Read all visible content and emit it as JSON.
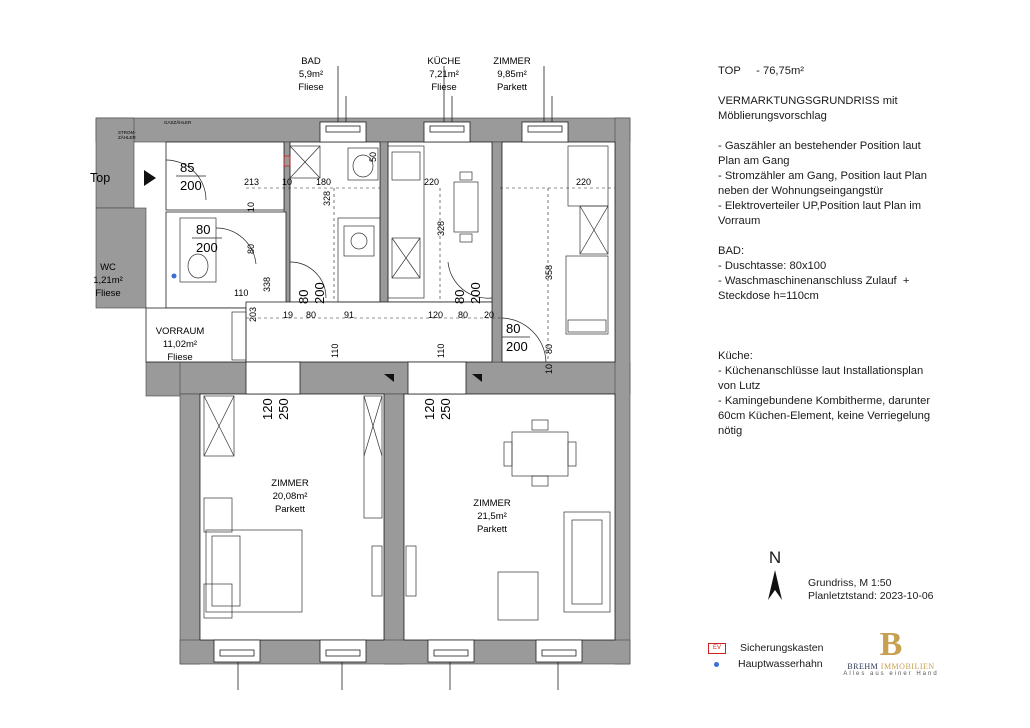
{
  "rooms": {
    "bad": {
      "name": "BAD",
      "area": "5,9m²",
      "floor": "Fliese"
    },
    "kueche": {
      "name": "KÜCHE",
      "area": "7,21m²",
      "floor": "Fliese"
    },
    "zimmer_top": {
      "name": "ZIMMER",
      "area": "9,85m²",
      "floor": "Parkett"
    },
    "wc": {
      "name": "WC",
      "area": "1,21m²",
      "floor": "Fliese"
    },
    "vorraum": {
      "name": "VORRAUM",
      "area": "11,02m²",
      "floor": "Fliese"
    },
    "zimmer_left": {
      "name": "ZIMMER",
      "area": "20,08m²",
      "floor": "Parkett"
    },
    "zimmer_right": {
      "name": "ZIMMER",
      "area": "21,5m²",
      "floor": "Parkett"
    }
  },
  "top_label": "Top",
  "small_labels": {
    "stromzaehler": "STROM-\nZÄHLER",
    "gaszaehler": "GASZÄHLER"
  },
  "dimensions": {
    "d_213": "213",
    "d_10a": "10",
    "d_180": "180",
    "d_50": "50",
    "d_220a": "220",
    "d_220b": "220",
    "d_328a": "328",
    "d_328b": "328",
    "d_358": "358",
    "d_10b": "10",
    "d_80v": "80",
    "d_338": "338",
    "d_110": "110",
    "d_203": "203",
    "d_19": "19",
    "d_80a": "80",
    "d_91": "91",
    "d_120": "120",
    "d_80b": "80",
    "d_20": "20",
    "d_110b": "110",
    "d_110c": "110",
    "d_80c": "80",
    "d_10c": "10"
  },
  "doors": {
    "entry": {
      "w": "85",
      "h": "200"
    },
    "wc": {
      "w": "80",
      "h": "200"
    },
    "bad": {
      "w": "80",
      "h": "200"
    },
    "kueche": {
      "w": "80",
      "h": "200"
    },
    "zimmer_top": {
      "w": "80",
      "h": "200"
    },
    "zimmer_left": {
      "w": "120",
      "h": "250"
    },
    "zimmer_right": {
      "w": "120",
      "h": "250"
    }
  },
  "notes": {
    "title_top": "TOP",
    "title_area": "- 76,75m²",
    "heading": "VERMARKTUNGSGRUNDRISS mit",
    "heading2": "Möblierungsvorschlag",
    "lines": [
      "- Gaszähler an bestehender Position laut",
      "Plan am Gang",
      "- Stromzähler am Gang, Position laut Plan",
      "neben der Wohnungseingangstür",
      "- Elektroverteiler UP,Position laut Plan im",
      "Vorraum",
      "",
      "BAD:",
      "- Duschtasse: 80x100",
      "- Waschmaschinenanschluss Zulauf  +",
      "Steckdose h=110cm",
      "",
      "",
      "",
      "Küche:",
      "- Küchenanschlüsse laut Installationsplan",
      "von Lutz",
      "- Kamingebundene Kombitherme, darunter",
      "60cm Küchen-Element, keine Verriegelung",
      "nötig"
    ]
  },
  "north": "N",
  "scale": "Grundriss, M 1:50",
  "plan_date": "Planletztstand: 2023-10-06",
  "legend": {
    "ev_mark": "EV",
    "sicherung": "Sicherungskasten",
    "wasser": "Hauptwasserhahn"
  },
  "logo": {
    "mark": "B",
    "name1": "BREHM",
    "name2": " IMMOBILIEN",
    "slogan": "Alles aus einer Hand"
  },
  "colors": {
    "wall": "#9a9a9a",
    "line": "#1a1a1a",
    "gold": "#c7a052",
    "navy": "#2a3552",
    "ev": "#d02020",
    "water": "#3a6fd6"
  }
}
